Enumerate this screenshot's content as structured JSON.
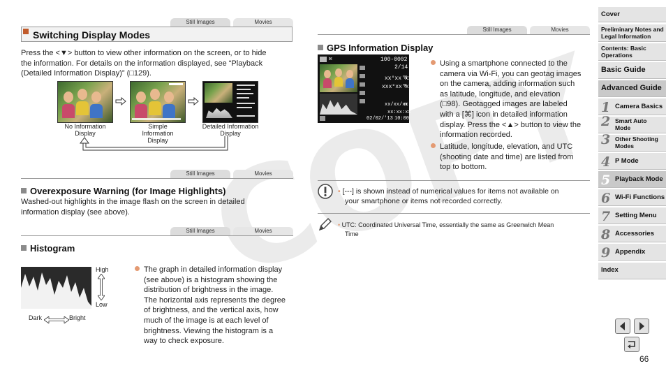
{
  "tabs": {
    "still": "Still Images",
    "movies": "Movies"
  },
  "left": {
    "switching_title": "Switching Display Modes",
    "switching_text_1": "Press the <▼> button to view other information on the screen, or to hide",
    "switching_text_2": "the information. For details on the information displayed, see “Playback",
    "switching_text_3": "(Detailed Information Display)” (□129).",
    "captions": [
      "No Information Display",
      "Simple Information Display",
      "Detailed Information Display"
    ],
    "overexposure_title": "Overexposure Warning (for Image Highlights)",
    "overexposure_text_1": "Washed-out highlights in the image flash on the screen in detailed",
    "overexposure_text_2": "information display (see above).",
    "histogram_title": "Histogram",
    "hist_high": "High",
    "hist_low": "Low",
    "hist_dark": "Dark",
    "hist_bright": "Bright",
    "histogram_lines": [
      "The graph in detailed information display",
      "(see above) is a histogram showing the",
      "distribution of brightness in the image.",
      "The horizontal axis represents the degree",
      "of brightness, and the vertical axis, how",
      "much of the image is at each level of",
      "brightness. Viewing the histogram is a",
      "way to check exposure."
    ]
  },
  "right": {
    "gps_title": "GPS Information Display",
    "gps_lines_1": [
      "Using a smartphone connected to the",
      "camera via Wi-Fi, you can geotag images",
      "on the camera, adding information such",
      "as latitude, longitude, and elevation",
      "(□98). Geotagged images are labeled",
      "with a [⌘] icon in detailed information",
      "display. Press the <▲> button to view the",
      "information recorded."
    ],
    "gps_lines_2": [
      "Latitude, longitude, elevation, and UTC",
      "(shooting date and time) are listed from",
      "top to bottom."
    ],
    "caution_1": "[---] is shown instead of numerical values for items not available on",
    "caution_2": "your smartphone or items not recorded correctly.",
    "memo_1": "UTC: Coordinated Universal Time, essentially the same as Greenwich Mean",
    "memo_2": "Time",
    "screen": {
      "file": "100-0002",
      "count": "2/14",
      "lat": "xx°xx'xx\"",
      "lon": "xxx°xx'xx\"",
      "n": "N",
      "e": "E",
      "elev": "xx/xx/xx",
      "elev_unit": "m",
      "utc": "xx:xx:xx",
      "date": "02/02/'13",
      "time": "10:00"
    }
  },
  "sidebar": {
    "items": [
      "Cover",
      "Preliminary Notes and Legal Information",
      "Contents: Basic Operations",
      "Basic Guide",
      "Advanced Guide",
      "Camera Basics",
      "Smart Auto Mode",
      "Other Shooting Modes",
      "P Mode",
      "Playback Mode",
      "Wi-Fi Functions",
      "Setting Menu",
      "Accessories",
      "Appendix",
      "Index"
    ],
    "numbers": [
      "1",
      "2",
      "3",
      "4",
      "5",
      "6",
      "7",
      "8",
      "9"
    ]
  },
  "watermark": "COPY",
  "page_number": "66"
}
